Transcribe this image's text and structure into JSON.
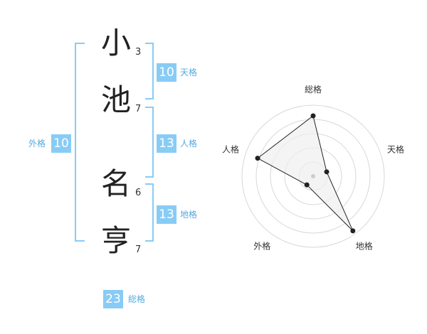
{
  "name_chars": [
    {
      "char": "小",
      "strokes": "3"
    },
    {
      "char": "池",
      "strokes": "7"
    },
    {
      "char": "名",
      "strokes": "6"
    },
    {
      "char": "亨",
      "strokes": "7"
    }
  ],
  "fortunes": {
    "tenkaku": {
      "value": "10",
      "label": "天格"
    },
    "jinkaku": {
      "value": "13",
      "label": "人格"
    },
    "chikaku": {
      "value": "13",
      "label": "地格"
    },
    "gaikaku": {
      "value": "10",
      "label": "外格"
    },
    "soukaku": {
      "value": "23",
      "label": "総格"
    }
  },
  "radar": {
    "axis_labels": [
      "総格",
      "天格",
      "地格",
      "外格",
      "人格"
    ],
    "values": [
      0.85,
      0.2,
      0.95,
      0.15,
      0.82
    ],
    "colors": {
      "ring": "#d8d8d8",
      "fill": "#f0f0f0",
      "line": "#222222",
      "dot": "#222222"
    }
  }
}
